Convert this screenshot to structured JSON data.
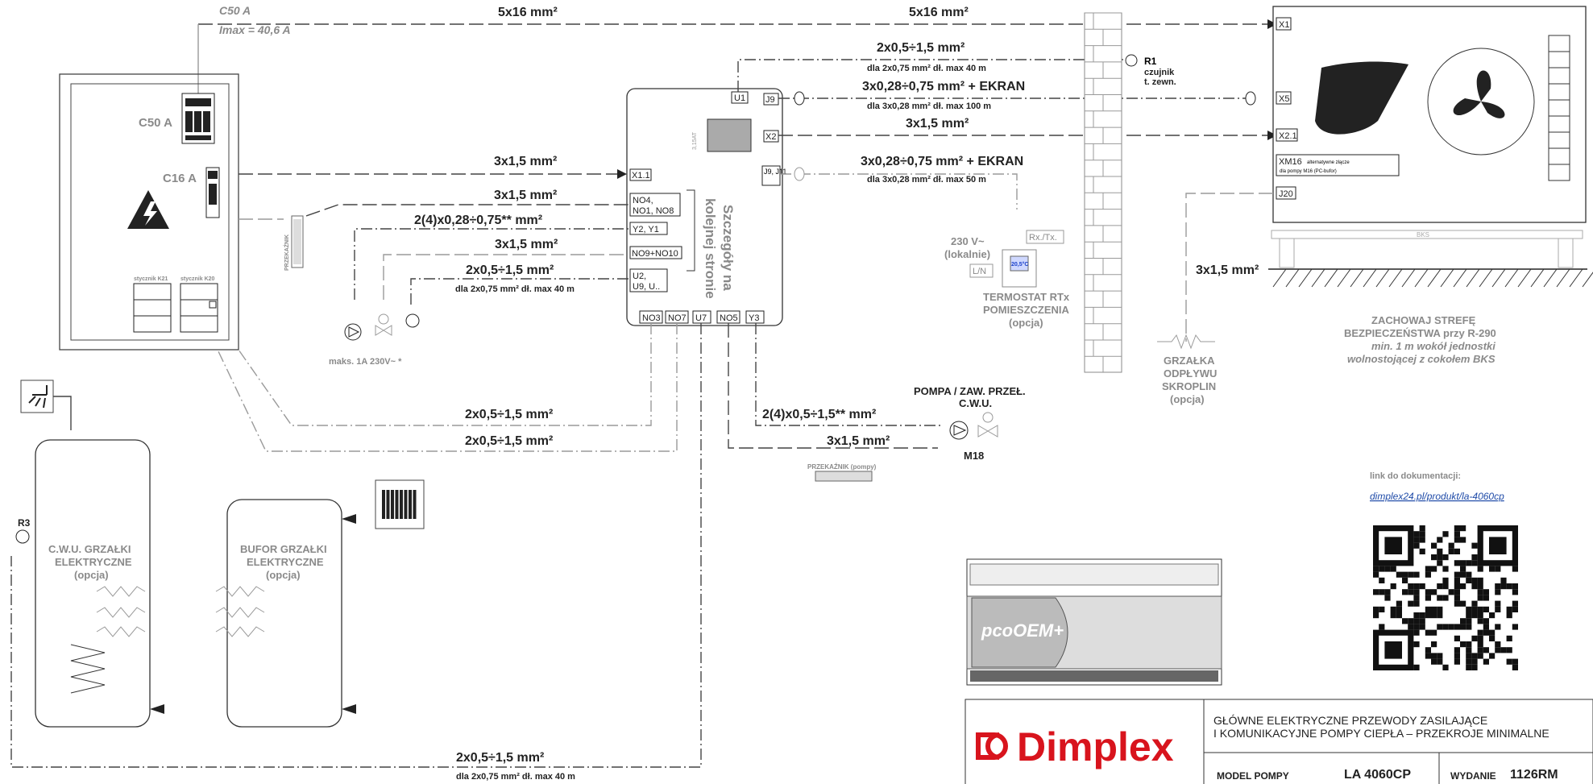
{
  "breaker_main": {
    "label": "C50 A",
    "top_label": "C50 A",
    "imax": "Imax = 40,6 A"
  },
  "breaker_c16": {
    "label": "C16 A"
  },
  "contactors": {
    "k21": "stycznik K21",
    "k20": "stycznik K20"
  },
  "relay_label": "PRZEKAŹNIK",
  "relay_pump_label": "PRZEKAŹNIK (pompy)",
  "power": {
    "left": "5x16 mm²",
    "right": "5x16 mm²"
  },
  "cables": {
    "c1": "2x0,5÷1,5 mm²",
    "c1_note": "dla 2x0,75 mm² dł. max 40 m",
    "c2": "3x0,28÷0,75 mm² + EKRAN",
    "c2_note": "dla 3x0,28 mm² dł. max 100 m",
    "c3": "3x1,5 mm²",
    "c4": "3x0,28÷0,75 mm² + EKRAN",
    "c4_note": "dla 3x0,28 mm² dł. max 50 m",
    "c5": "3x1,5 mm²",
    "c6": "3x1,5 mm²",
    "c7": "2(4)x0,28÷0,75** mm²",
    "c8": "3x1,5 mm²",
    "c9": "2x0,5÷1,5 mm²",
    "c9_note": "dla 2x0,75 mm² dł. max 40 m",
    "c10": "2x0,5÷1,5 mm²",
    "c11": "2x0,5÷1,5 mm²",
    "c12": "2(4)x0,5÷1,5** mm²",
    "c13": "3x1,5 mm²",
    "c14": "2x0,5÷1,5   mm²",
    "c14_note": "dla 2x0,75 mm² dł. max 40 m",
    "c15": "3x1,5 mm²"
  },
  "controller": {
    "u1": "U1",
    "j9": "J9",
    "x2": "X2",
    "j9j11": "J9, J11",
    "x11": "X1.1",
    "no4": "NO4,",
    "no1no8": "NO1, NO8",
    "y2y1": "Y2, Y1",
    "no9no10": "NO9+NO10",
    "u2": "U2,",
    "u9": "U9, U..",
    "fuse": "3,15AT",
    "bottom": [
      "NO3",
      "NO7",
      "U7",
      "NO5",
      "Y3"
    ],
    "details_l1": "Szczegóły na",
    "details_l2": "kolejnej stronie"
  },
  "sensor_r1": {
    "name": "R1",
    "l1": "czujnik",
    "l2": "t. zewn."
  },
  "unit": {
    "x1": "X1",
    "x5": "X5",
    "x21": "X2.1",
    "xm16": "XM16",
    "xm16_note1": "alternatywne złącze",
    "xm16_note2": "dla pompy M16 (PC-bufor)",
    "j20": "J20",
    "bks": "BKS"
  },
  "safety": {
    "l1": "ZACHOWAJ STREFĘ",
    "l2": "BEZPIECZEŃSTWA przy R-290",
    "l3": "min. 1 m wokół jednostki",
    "l4": "wolnostojącej z cokołem BKS"
  },
  "drain_heater": {
    "l1": "GRZAŁKA",
    "l2": "ODPŁYWU",
    "l3": "SKROPLIN",
    "l4": "(opcja)"
  },
  "thermostat": {
    "v1": "230 V~",
    "v2": "(lokalnie)",
    "ln": "L/N",
    "rxtx": "Rx./Tx.",
    "display": "20,5°C",
    "l1": "TERMOSTAT RTx",
    "l2": "POMIESZCZENIA",
    "l3": "(opcja)"
  },
  "pump_group": {
    "max": "maks. 1A 230V~ *"
  },
  "pump_cwu": {
    "l1": "POMPA / ZAW. PRZEŁ.",
    "l2": "C.W.U.",
    "m18": "M18"
  },
  "tank_cwu": {
    "r3": "R3",
    "l1": "C.W.U. GRZAŁKI",
    "l2": "ELEKTRYCZNE",
    "l3": "(opcja)"
  },
  "tank_buf": {
    "l1": "BUFOR GRZAŁKI",
    "l2": "ELEKTRYCZNE",
    "l3": "(opcja)"
  },
  "doc": {
    "label": "link do dokumentacji:",
    "link": "dimplex24.pl/produkt/la-4060cp"
  },
  "pco_label": "pcoOEM+",
  "title_block": {
    "logo": "Dimplex",
    "line1": "GŁÓWNE ELEKTRYCZNE PRZEWODY ZASILAJĄCE",
    "line2": "I KOMUNIKACYJNE POMPY CIEPŁA – PRZEKROJE MINIMALNE",
    "model_label": "MODEL POMPY",
    "model": "LA 4060CP",
    "ed_label": "WYDANIE",
    "edition": "1126RM"
  },
  "colors": {
    "brand": "#d8141d",
    "line": "#444444",
    "gray": "#8a8a8a",
    "display": "#1a40c8"
  }
}
